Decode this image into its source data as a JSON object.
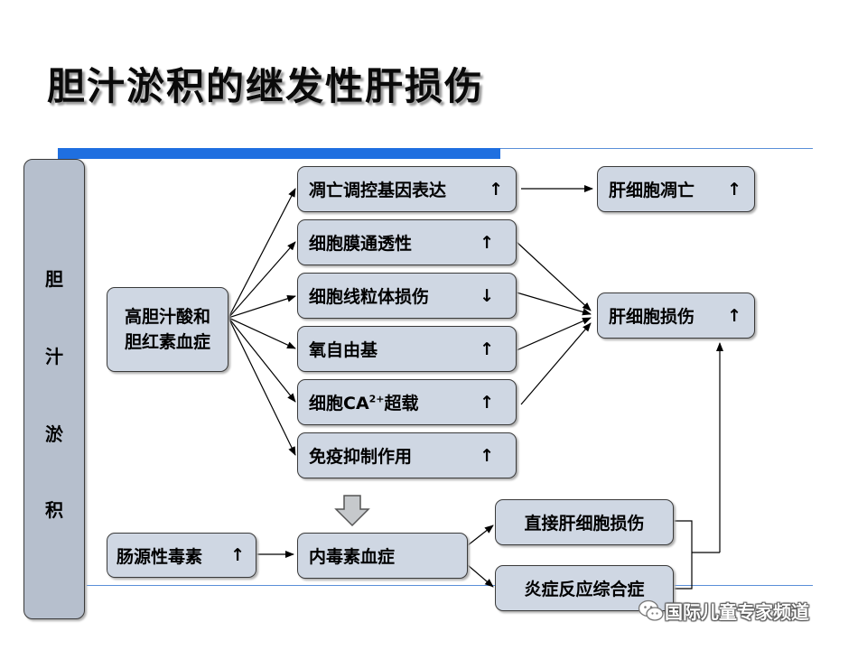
{
  "title": "胆汁淤积的继发性肝损伤",
  "left_column": [
    "胆",
    "汁",
    "淤",
    "积"
  ],
  "source": {
    "line1": "高胆汁酸和",
    "line2": "胆红素血症"
  },
  "mechanisms": [
    {
      "label": "凋亡调控基因表达",
      "arrow": "↑"
    },
    {
      "label": "细胞膜通透性",
      "arrow": "↑"
    },
    {
      "label": "细胞线粒体损伤",
      "arrow": "↓"
    },
    {
      "label": "氧自由基",
      "arrow": "↑"
    },
    {
      "label_pre": "细胞CA",
      "label_sup": "2+",
      "label_post": "超载",
      "arrow": "↑"
    },
    {
      "label": "免疫抑制作用",
      "arrow": "↑"
    }
  ],
  "outcomes": [
    {
      "label": "肝细胞凋亡",
      "arrow": "↑"
    },
    {
      "label": "肝细胞损伤",
      "arrow": "↑"
    }
  ],
  "bottom": {
    "toxin": {
      "label": "肠源性毒素",
      "arrow": "↑"
    },
    "endotoxemia": "内毒素血症",
    "direct": "直接肝细胞损伤",
    "inflammation": "炎症反应综合症"
  },
  "watermark": "国际儿童专家频道",
  "colors": {
    "box_fill": "#cfd7e3",
    "accent_bar": "#1f6fe0",
    "column_fill": "#b6bfcd"
  }
}
